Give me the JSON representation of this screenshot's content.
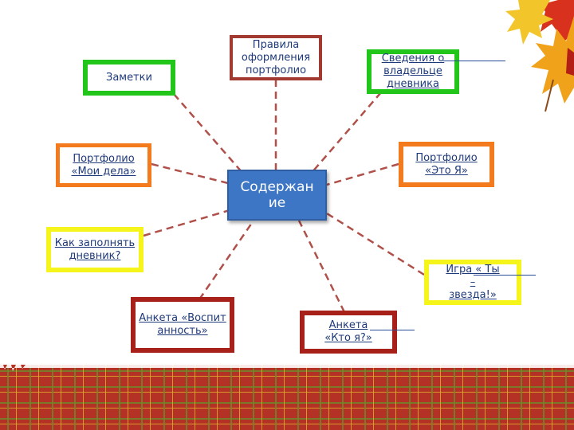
{
  "diagram": {
    "center": {
      "label": "Содержание"
    },
    "nodes": [
      {
        "id": "notes",
        "label": "Заметки"
      },
      {
        "id": "rules",
        "label": "Правила оформления портфолио"
      },
      {
        "id": "owner",
        "label": "Сведения о владельце дневника"
      },
      {
        "id": "my-deeds",
        "label": "Портфолио «Мои дела»"
      },
      {
        "id": "this-is-me",
        "label": "Портфолио «Это Я»"
      },
      {
        "id": "fill-diary",
        "label": "Как заполнять дневник?"
      },
      {
        "id": "star-game",
        "label": "Игра « Ты – звезда!»"
      },
      {
        "id": "upbringing",
        "label": "Анкета «Воспитанность»"
      },
      {
        "id": "who-am-i",
        "label": "Анкета «Кто я?»"
      }
    ]
  },
  "colors": {
    "green": "#22c51a",
    "dark_red": "#a8201a",
    "maroon": "#a23a32",
    "orange": "#f47a1e",
    "yellow": "#f5f51c",
    "center_blue": "#3e76c6",
    "connector": "#b0504a",
    "fence": "#b43225"
  }
}
